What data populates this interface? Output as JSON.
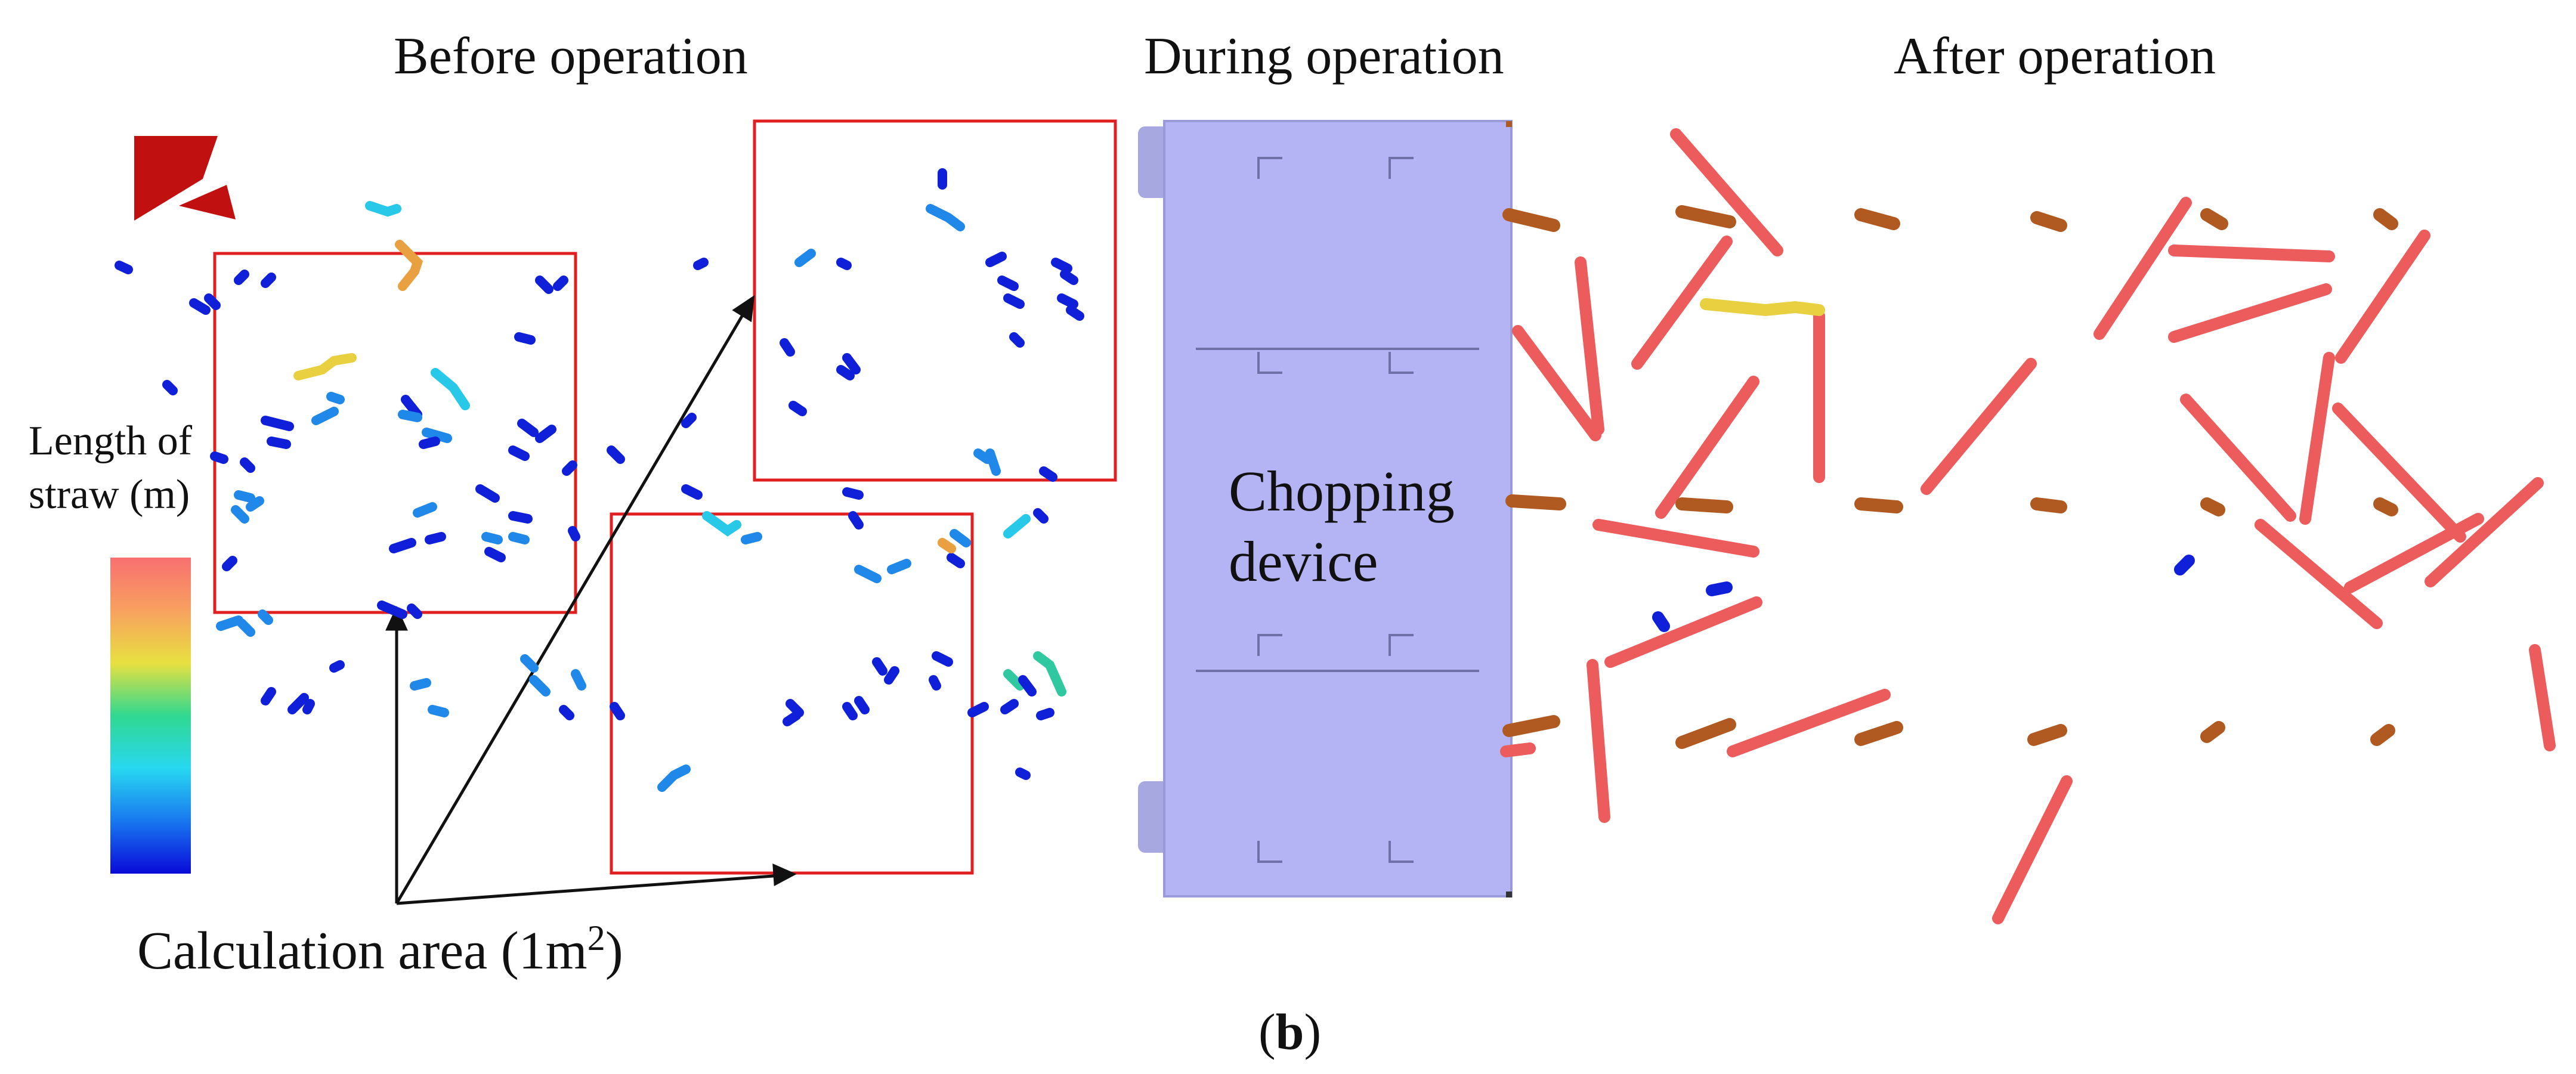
{
  "figure": {
    "titles": {
      "before": "Before operation",
      "during": "During operation",
      "after": "After operation"
    },
    "legend": {
      "title_line1": "Length of",
      "title_line2": "straw (m)",
      "colormap": [
        "#0a0ad8",
        "#1878f0",
        "#28d8f0",
        "#30d890",
        "#e8e040",
        "#f8a060",
        "#f87070"
      ]
    },
    "device_label_line1": "Chopping",
    "device_label_line2": "device",
    "annotation": {
      "text": "Calculation area (1m",
      "superscript": "2",
      "closing": ")"
    },
    "panel_label": {
      "open": "(",
      "letter": "b",
      "close": ")"
    },
    "colors": {
      "frame": "#e02020",
      "device_fill": "#b4b4f4",
      "straw_short": "#1020d8",
      "straw_mid": "#2088e8",
      "straw_long": "#ec5c5c",
      "stubble": "#b05a22",
      "logo": "#c01010"
    }
  }
}
